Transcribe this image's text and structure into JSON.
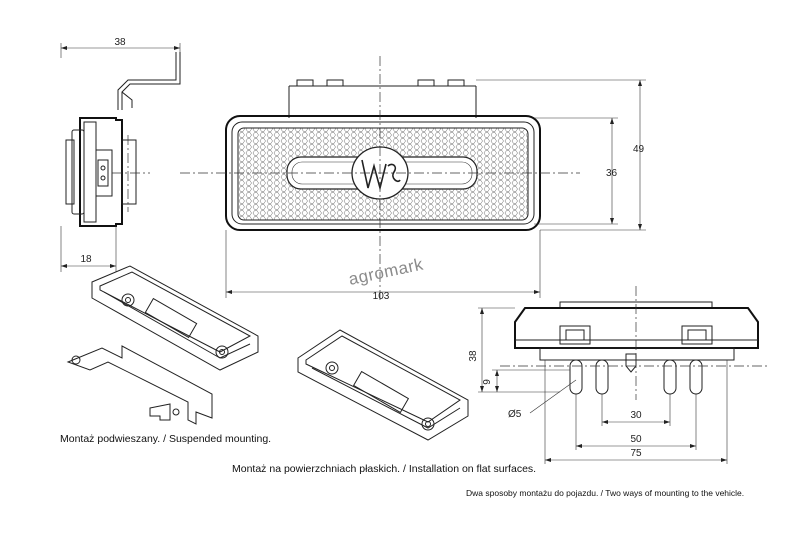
{
  "dimensions": {
    "side_width": "38",
    "side_depth": "18",
    "front_height": "49",
    "front_lens_height": "36",
    "front_length": "103",
    "bracket_height": "38",
    "hole_offset": "9",
    "hole_diameter": "Ø5",
    "hole_spacing_inner": "30",
    "hole_spacing_mid": "50",
    "hole_spacing_outer": "75"
  },
  "watermark": "agromark",
  "captions": {
    "suspended": "Montaż podwieszany.  / Suspended mounting.",
    "flat": "Montaż na powierzchniach płaskich. / Installation on flat surfaces.",
    "two_ways": "Dwa sposoby montażu do pojazdu. / Two ways of mounting to the vehicle."
  },
  "colors": {
    "line": "#222222",
    "hex_pattern": "#666666",
    "watermark": "#8a8a8a"
  }
}
